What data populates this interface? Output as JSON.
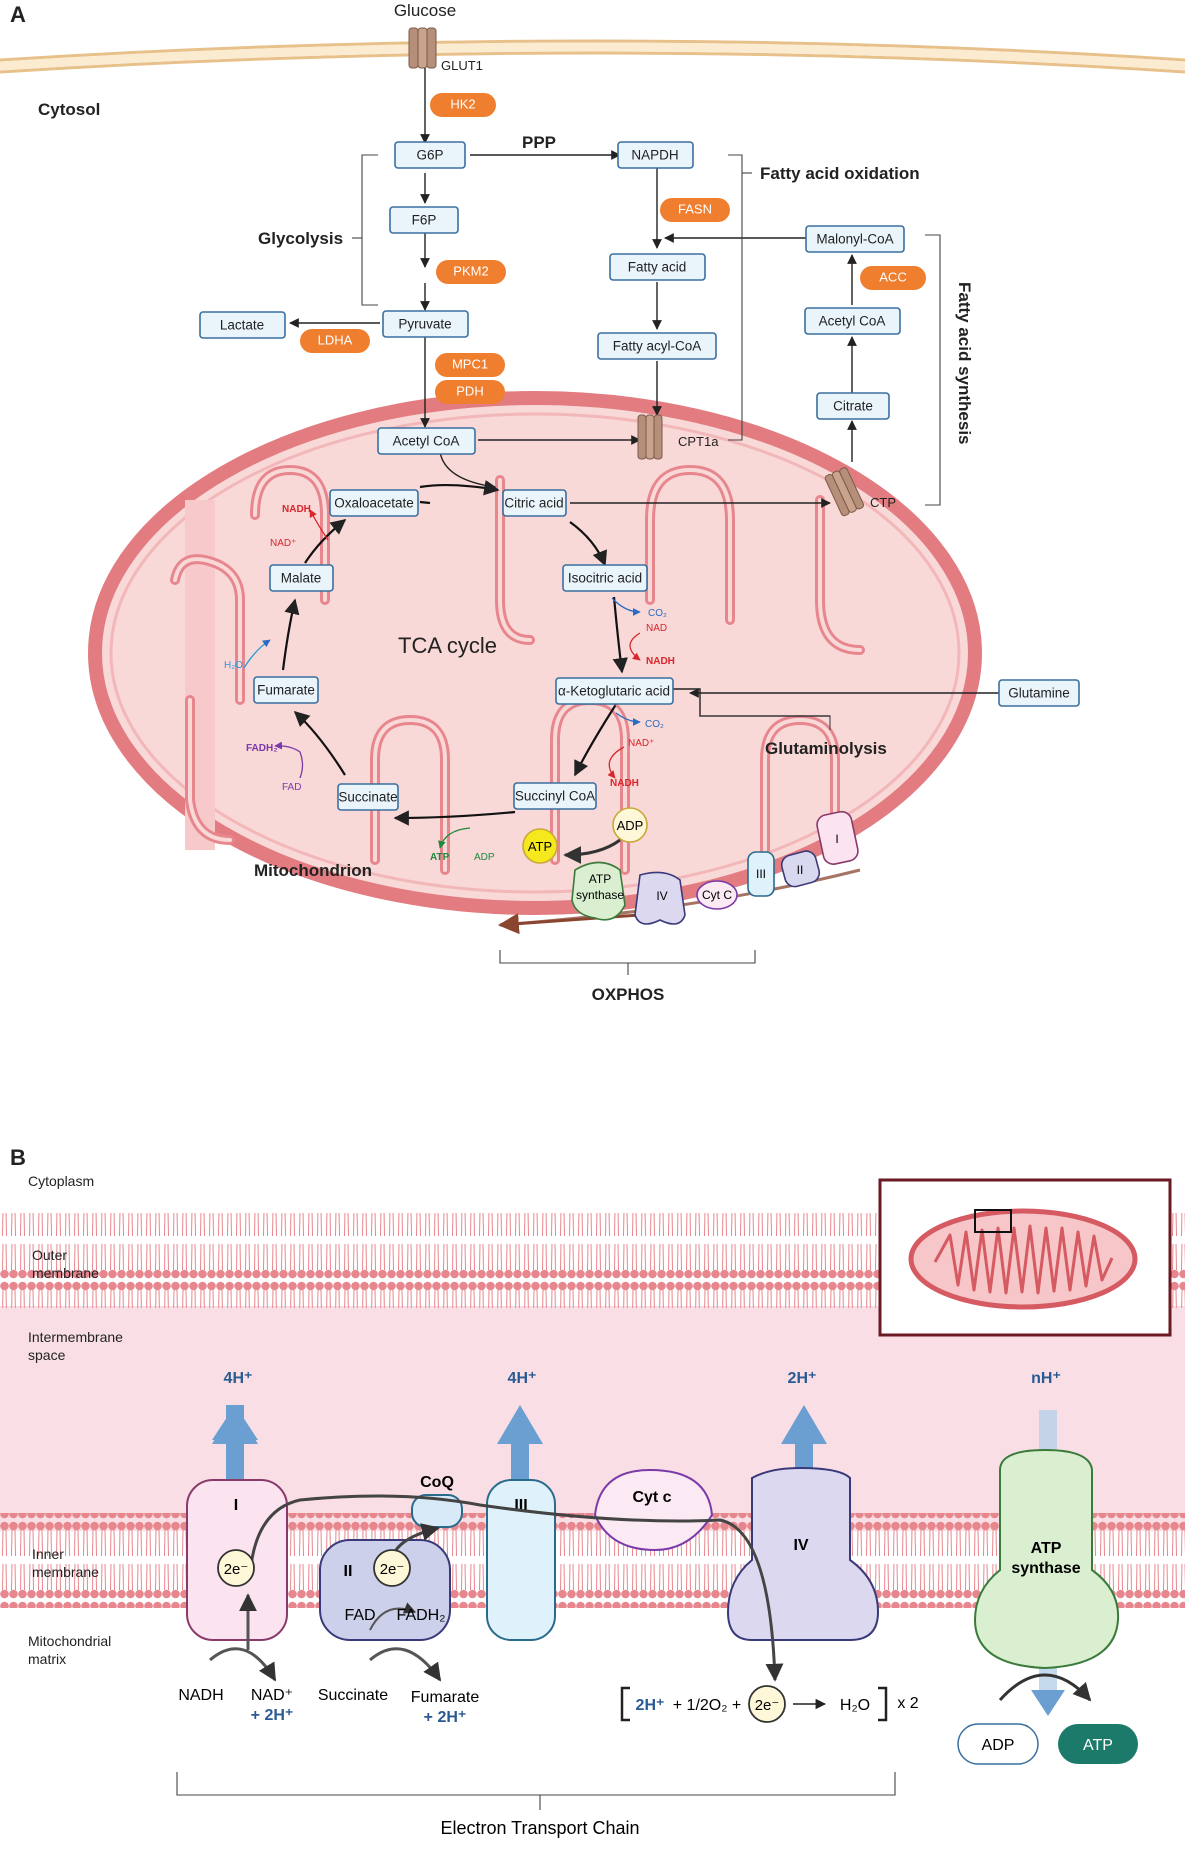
{
  "panelA": {
    "letter": "A",
    "glucose": "Glucose",
    "glut1": "GLUT1",
    "cytosol": "Cytosol",
    "ppp": "PPP",
    "glycolysis": "Glycolysis",
    "fatty_acid_oxidation": "Fatty acid oxidation",
    "fatty_acid_synthesis": "Fatty acid synthesis",
    "cpt1a": "CPT1a",
    "ctp": "CTP",
    "tca_cycle": "TCA cycle",
    "mitochondrion": "Mitochondrion",
    "glutaminolysis": "Glutaminolysis",
    "oxphos": "OXPHOS",
    "nodes": {
      "g6p": "G6P",
      "f6p": "F6P",
      "pyruvate": "Pyruvate",
      "lactate": "Lactate",
      "napdh": "NAPDH",
      "fatty_acid": "Fatty acid",
      "fatty_acyl_coa": "Fatty acyl-CoA",
      "malonyl_coa": "Malonyl-CoA",
      "acetyl_coa_cyt": "Acetyl CoA",
      "citrate": "Citrate",
      "acetyl_coa_mito": "Acetyl CoA",
      "oxaloacetate": "Oxaloacetate",
      "citric_acid": "Citric acid",
      "isocitric_acid": "Isocitric acid",
      "aketoglutaric_acid": "α-Ketoglutaric acid",
      "succinyl_coa": "Succinyl CoA",
      "succinate": "Succinate",
      "fumarate": "Fumarate",
      "malate": "Malate",
      "glutamine": "Glutamine"
    },
    "enzymes": {
      "hk2": "HK2",
      "pkm2": "PKM2",
      "ldha": "LDHA",
      "mpc1": "MPC1",
      "pdh": "PDH",
      "fasn": "FASN",
      "acc": "ACC"
    },
    "cofactors": {
      "nadh": "NADH",
      "nad_plus": "NAD⁺",
      "nad": "NAD",
      "co2": "CO₂",
      "fadh2": "FADH₂",
      "fad": "FAD",
      "h2o": "H₂O",
      "atp": "ATP",
      "adp": "ADP"
    },
    "complexes": {
      "i": "I",
      "ii": "II",
      "iii": "III",
      "iv": "IV",
      "cytc": "Cyt C",
      "atp_synthase": "ATP synthase",
      "atp": "ATP",
      "adp": "ADP"
    }
  },
  "panelB": {
    "letter": "B",
    "cytoplasm": "Cytoplasm",
    "outer_membrane": [
      "Outer",
      "membrane"
    ],
    "intermembrane": [
      "Intermembrane",
      "space"
    ],
    "inner_membrane": [
      "Inner",
      "membrane"
    ],
    "matrix": [
      "Mitochondrial",
      "matrix"
    ],
    "protons": {
      "c1": "4H⁺",
      "c3": "4H⁺",
      "c4": "2H⁺",
      "synthase": "nH⁺"
    },
    "complexes": {
      "i": "I",
      "ii": "II",
      "coq": "CoQ",
      "iii": "III",
      "cytc": "Cyt c",
      "iv": "IV",
      "synthase": [
        "ATP",
        "synthase"
      ]
    },
    "electrons": "2e⁻",
    "nadh": "NADH",
    "nad": "NAD⁺",
    "plus_2h": "+ 2H⁺",
    "fad": "FAD",
    "fadh2": "FADH₂",
    "succinate": "Succinate",
    "fumarate": "Fumarate",
    "equation": {
      "left": "2H⁺",
      "mid": "+ 1/2O₂ +",
      "product": "H₂O",
      "times": "x 2"
    },
    "adp": "ADP",
    "atp": "ATP",
    "etc": "Electron Transport Chain"
  }
}
